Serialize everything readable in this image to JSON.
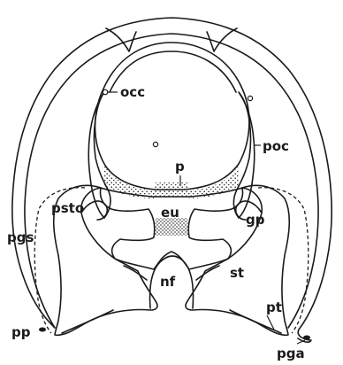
{
  "diagram": {
    "labels": {
      "occ": "occ",
      "poc": "poc",
      "p": "p",
      "eu": "eu",
      "psto": "psto",
      "gp": "gp",
      "pgs": "pgs",
      "st": "st",
      "nf": "nf",
      "pt": "pt",
      "pp": "pp",
      "pga": "pga"
    }
  }
}
